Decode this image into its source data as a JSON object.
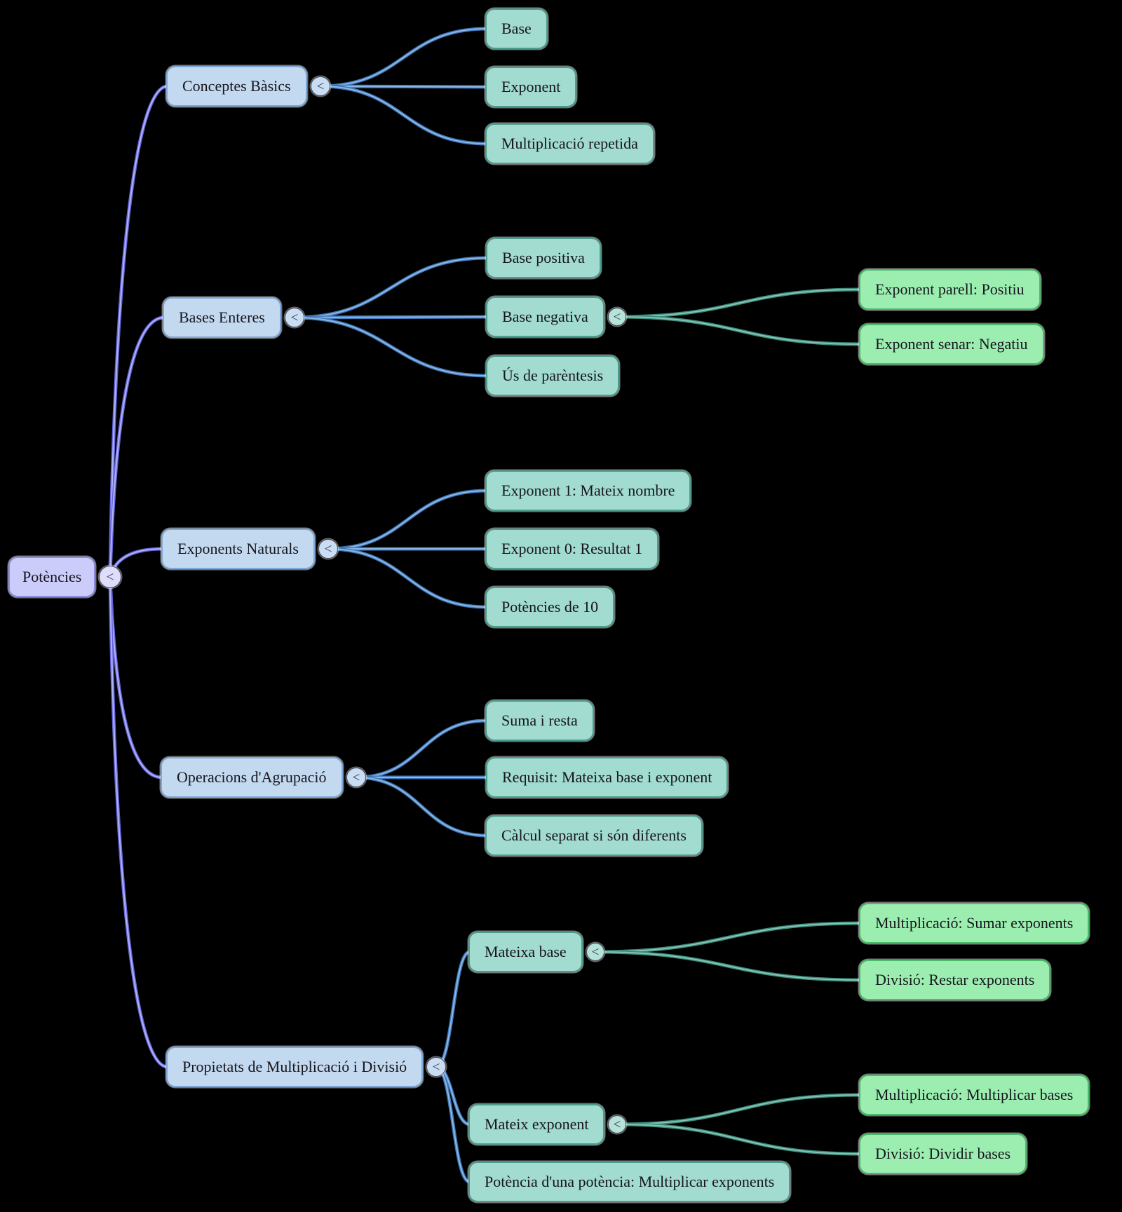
{
  "diagram": {
    "collapse_glyph": "<",
    "root": {
      "label": "Potències"
    },
    "branches": [
      {
        "label": "Conceptes Bàsics",
        "children": [
          {
            "label": "Base"
          },
          {
            "label": "Exponent"
          },
          {
            "label": "Multiplicació repetida"
          }
        ]
      },
      {
        "label": "Bases Enteres",
        "children": [
          {
            "label": "Base positiva"
          },
          {
            "label": "Base negativa",
            "children": [
              {
                "label": "Exponent parell: Positiu"
              },
              {
                "label": "Exponent senar: Negatiu"
              }
            ]
          },
          {
            "label": "Ús de parèntesis"
          }
        ]
      },
      {
        "label": "Exponents Naturals",
        "children": [
          {
            "label": "Exponent 1: Mateix nombre"
          },
          {
            "label": "Exponent 0: Resultat 1"
          },
          {
            "label": "Potències de 10"
          }
        ]
      },
      {
        "label": "Operacions d'Agrupació",
        "children": [
          {
            "label": "Suma i resta"
          },
          {
            "label": "Requisit: Mateixa base i exponent"
          },
          {
            "label": "Càlcul separat si són diferents"
          }
        ]
      },
      {
        "label": "Propietats de Multiplicació i Divisió",
        "children": [
          {
            "label": "Mateixa base",
            "children": [
              {
                "label": "Multiplicació: Sumar exponents"
              },
              {
                "label": "Divisió: Restar exponents"
              }
            ]
          },
          {
            "label": "Mateix exponent",
            "children": [
              {
                "label": "Multiplicació: Multiplicar bases"
              },
              {
                "label": "Divisió: Dividir bases"
              }
            ]
          },
          {
            "label": "Potència d'una potència: Multiplicar exponents"
          }
        ]
      }
    ],
    "colors": {
      "background": "#000000",
      "root_fill": "#ccccfa",
      "level1_fill": "#c3d9f0",
      "level2_fill": "#a2dbd0",
      "level3_fill": "#9ceeb0",
      "link_root": "#6565d8",
      "link_level1": "#4076b6",
      "link_level2": "#3c8a7a",
      "text": "#16161d"
    }
  }
}
